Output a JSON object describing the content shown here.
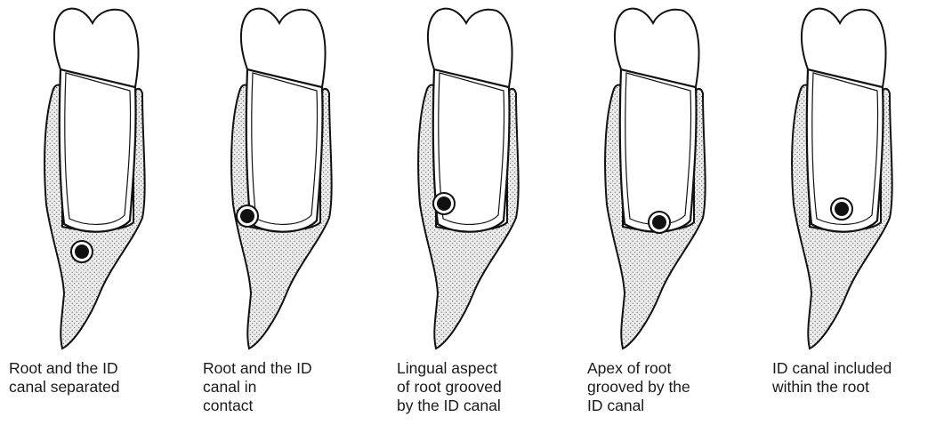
{
  "panels": [
    {
      "caption_lines": [
        "Root and the ID",
        "canal separated"
      ]
    },
    {
      "caption_lines": [
        "Root and the ID",
        "canal in",
        "contact"
      ]
    },
    {
      "caption_lines": [
        "Lingual aspect",
        "of root grooved",
        "by the ID canal"
      ]
    },
    {
      "caption_lines": [
        "Apex of root",
        "grooved by the",
        "ID canal"
      ]
    },
    {
      "caption_lines": [
        "ID canal included",
        "within the root"
      ]
    }
  ],
  "colors": {
    "ink": "#111111",
    "bone_fill": "#ececec",
    "stipple": "#555555",
    "tooth": "#ffffff"
  }
}
